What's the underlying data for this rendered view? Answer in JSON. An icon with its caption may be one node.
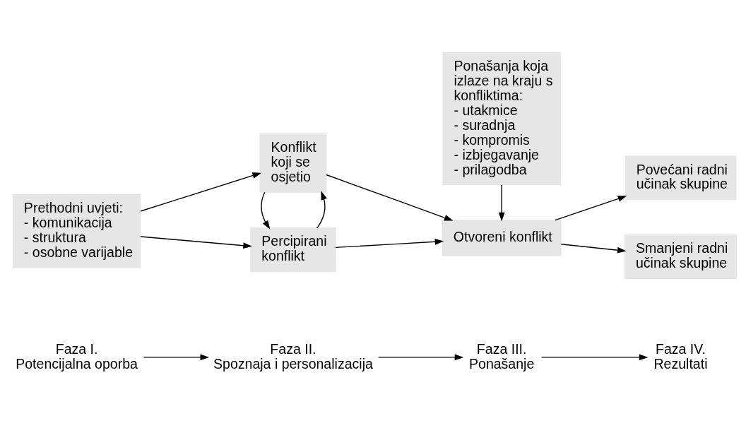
{
  "diagram": {
    "nodes": [
      {
        "text": [
          "Faza I.",
          "Potencijalna oporba"
        ]
      },
      {
        "text": [
          "Faza II.",
          "Spoznaja i personalizacija"
        ]
      },
      {
        "text": [
          "Faza III.",
          "Ponašanje"
        ]
      },
      {
        "text": [
          "Faza IV.",
          "Rezultati"
        ]
      },
      {
        "text": [
          "Prethodni uvjeti:",
          "- komunikacija",
          "- struktura",
          "- osobne varijable"
        ]
      },
      {
        "text": [
          "Percipirani konflikt"
        ]
      },
      {
        "text": [
          "Konflikt koji se osjetio"
        ]
      },
      {
        "text": [
          "Otvoreni konflikt"
        ]
      },
      {
        "text": [
          "Ponašanja koja izlaze na kraju s konfliktima:",
          "- utakmice",
          "- suradnja",
          "- kompromis",
          "- izbjegavanje",
          "- prilagodba"
        ]
      },
      {
        "text": [
          "Povećani radni učinak skupine"
        ]
      },
      {
        "text": [
          "Smanjeni radni učinak skupine"
        ]
      }
    ],
    "edges": [
      {
        "from": 0,
        "to": 1,
        "arrow": "to"
      },
      {
        "from": 1,
        "to": 2,
        "arrow": "to"
      },
      {
        "from": 2,
        "to": 3,
        "arrow": "to"
      },
      {
        "from": 4,
        "to": 5,
        "arrow": "to"
      },
      {
        "from": 4,
        "to": 6,
        "arrow": "to"
      },
      {
        "from": 5,
        "to": 6,
        "arrow": "to"
      },
      {
        "from": 6,
        "to": 5,
        "arrow": "to"
      },
      {
        "from": 5,
        "to": 7,
        "arrow": "to"
      },
      {
        "from": 6,
        "to": 7,
        "arrow": "to"
      },
      {
        "from": 8,
        "to": 7,
        "arrow": "to"
      },
      {
        "from": 7,
        "to": 9,
        "arrow": "to"
      },
      {
        "from": 7,
        "to": 10,
        "arrow": "to"
      }
    ]
  }
}
